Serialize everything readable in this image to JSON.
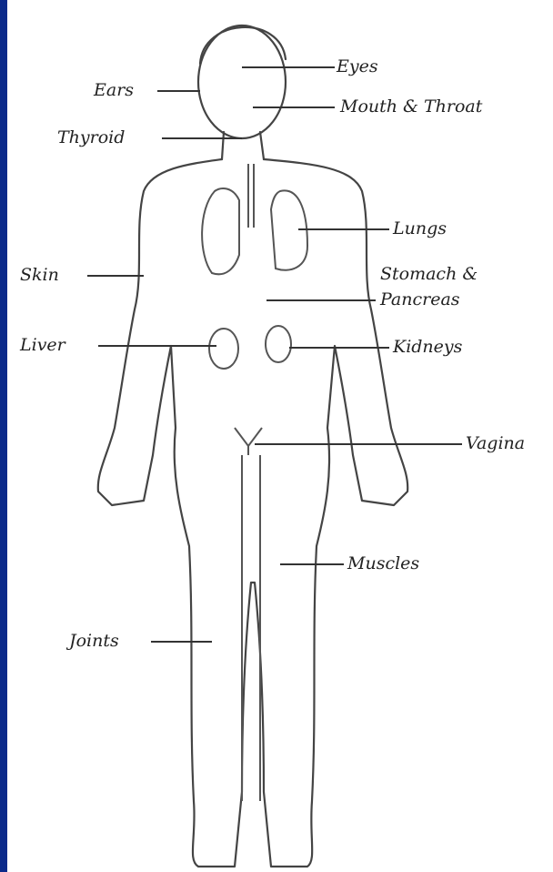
{
  "colors": {
    "background": "#0b2a8a",
    "panel": "#ffffff",
    "ink": "#333333"
  },
  "labels": {
    "eyes": "Eyes",
    "ears": "Ears",
    "mouth_throat": "Mouth & Throat",
    "thyroid": "Thyroid",
    "lungs": "Lungs",
    "skin": "Skin",
    "stomach_line1": "Stomach &",
    "stomach_line2": "Pancreas",
    "liver": "Liver",
    "kidneys": "Kidneys",
    "vagina": "Vagina",
    "muscles": "Muscles",
    "joints": "Joints"
  }
}
